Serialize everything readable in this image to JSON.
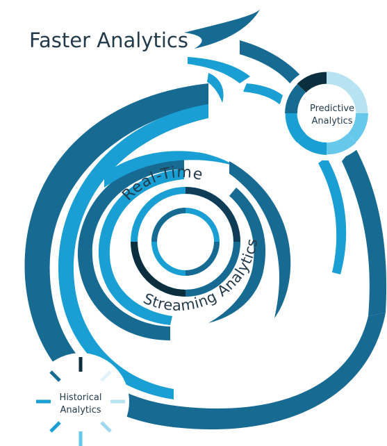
{
  "title": "Faster Analytics",
  "predictive": {
    "line1": "Predictive",
    "line2": "Analytics"
  },
  "historical": {
    "line1": "Historical",
    "line2": "Analytics"
  },
  "realtime_label": "Real-Time",
  "streaming_label": "Streaming Analytics",
  "colors": {
    "navy": "#0f3d57",
    "dark_blue": "#176b93",
    "mid_blue": "#1a9fd4",
    "light_blue": "#66c8ea",
    "pale_blue": "#b6e2f2",
    "darkest": "#0b2f3f",
    "text": "#233a4a"
  }
}
